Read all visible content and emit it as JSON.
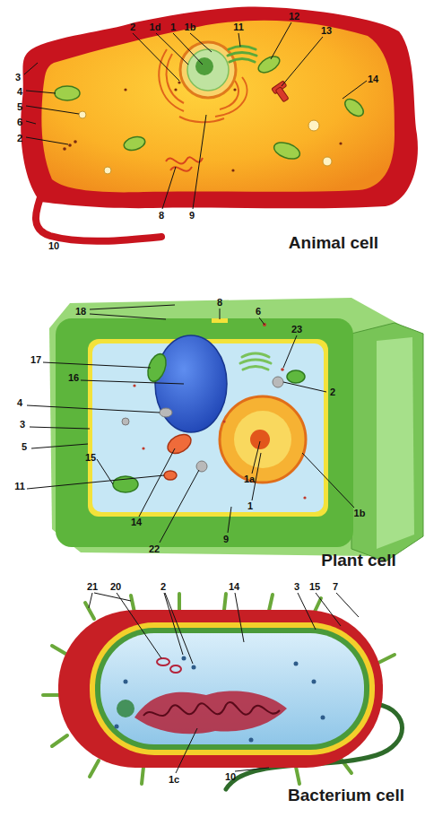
{
  "diagram": {
    "labels": [
      "2",
      "1d",
      "1",
      "1b",
      "11",
      "12",
      "13",
      "3",
      "4",
      "5",
      "6",
      "2",
      "14",
      "8",
      "9",
      "10",
      "Animal cell",
      "8",
      "6",
      "18",
      "23",
      "17",
      "16",
      "2",
      "4",
      "3",
      "5",
      "15",
      "11",
      "14",
      "1a",
      "1",
      "1b",
      "9",
      "22",
      "Plant cell",
      "21",
      "20",
      "2",
      "14",
      "3",
      "15",
      "7",
      "1c",
      "10",
      "Bacterium cell"
    ]
  }
}
